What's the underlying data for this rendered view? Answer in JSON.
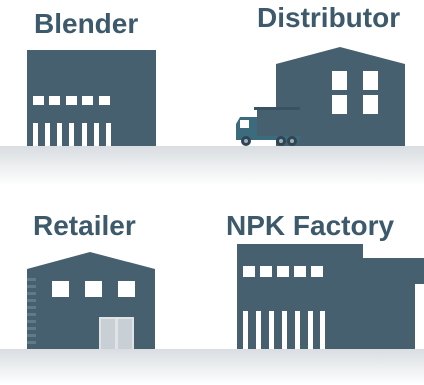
{
  "labels": {
    "blender": "Blender",
    "distributor": "Distributor",
    "retailer": "Retailer",
    "npk_factory": "NPK Factory"
  },
  "colors": {
    "text": "#3d5a6c",
    "building": "#46606f",
    "window": "#ffffff",
    "ground_top": "#d9dde1",
    "truck_cab": "#3d6b7e",
    "door": "#dfe3e6"
  },
  "icons": [
    "blender-building-icon",
    "distributor-warehouse-icon",
    "delivery-truck-icon",
    "retailer-shop-icon",
    "npk-factory-icon"
  ]
}
